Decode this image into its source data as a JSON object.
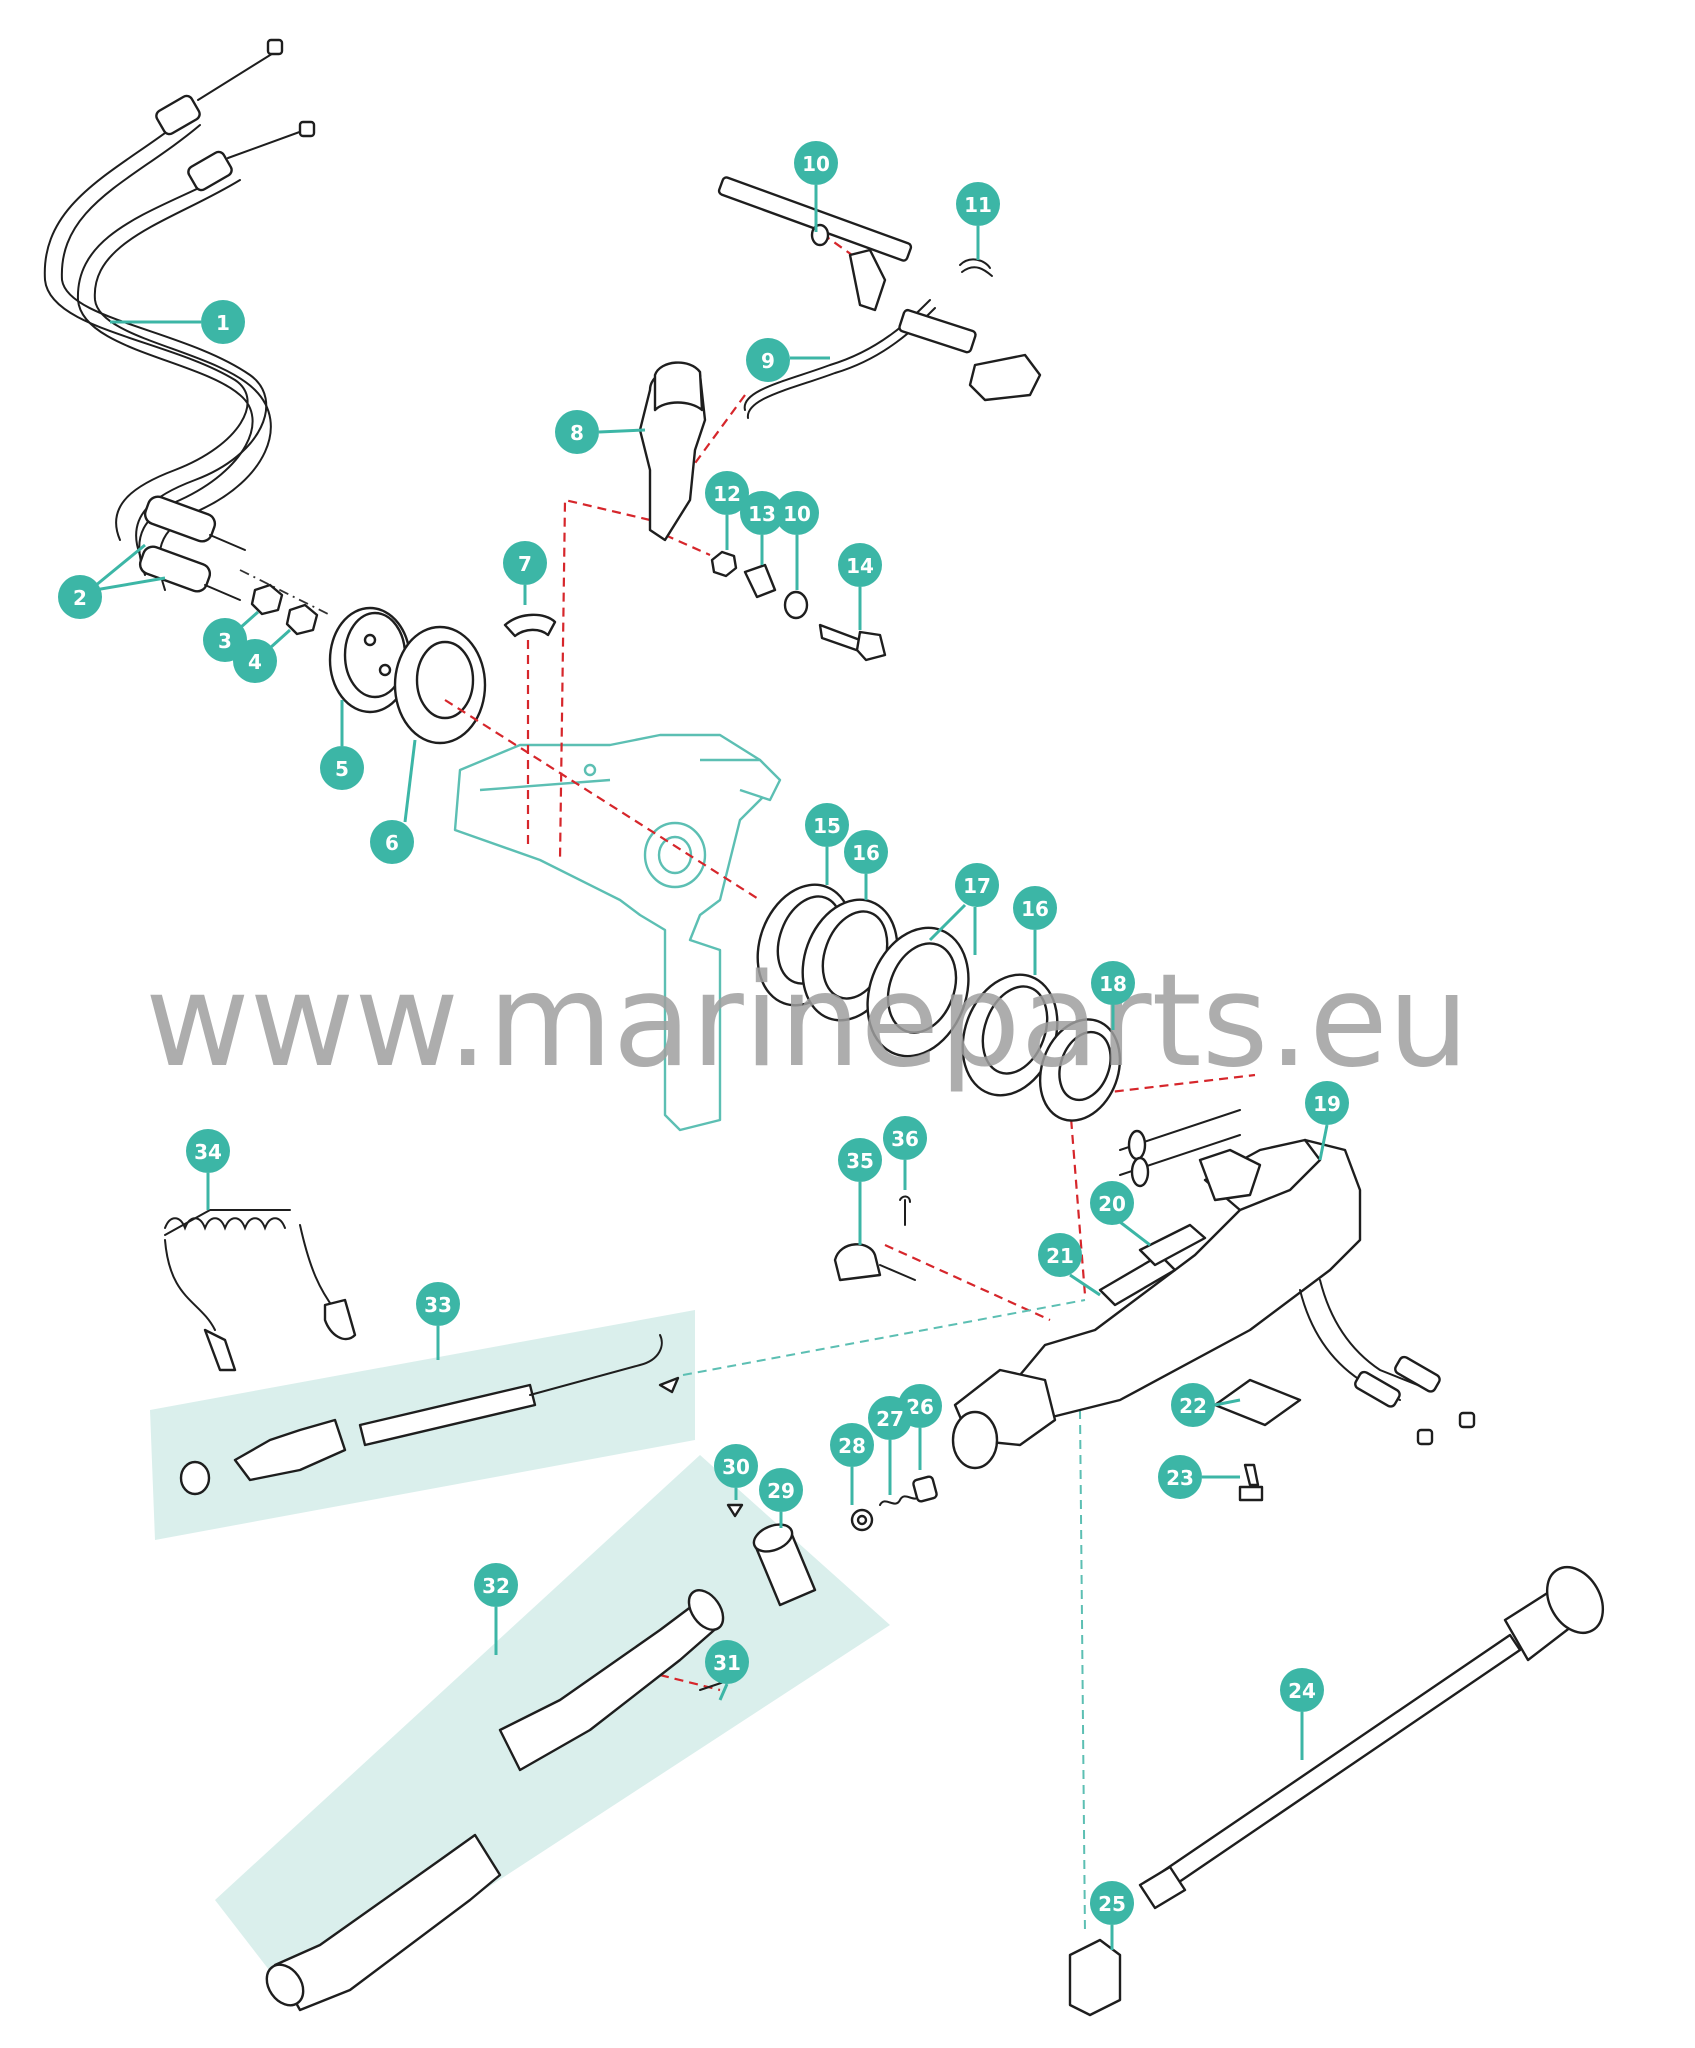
{
  "watermark": "www.marineparts.eu",
  "colors": {
    "callout": "#3cb6a6",
    "highlight_panel": "#daefec",
    "assembly_dashes": "#d6262b",
    "watermark": "#9f9f9f"
  },
  "callouts": [
    {
      "id": "c1",
      "label": "1"
    },
    {
      "id": "c2",
      "label": "2"
    },
    {
      "id": "c3",
      "label": "3"
    },
    {
      "id": "c4",
      "label": "4"
    },
    {
      "id": "c5",
      "label": "5"
    },
    {
      "id": "c6",
      "label": "6"
    },
    {
      "id": "c7",
      "label": "7"
    },
    {
      "id": "c8",
      "label": "8"
    },
    {
      "id": "c9",
      "label": "9"
    },
    {
      "id": "c10a",
      "label": "10"
    },
    {
      "id": "c10b",
      "label": "10"
    },
    {
      "id": "c11",
      "label": "11"
    },
    {
      "id": "c12",
      "label": "12"
    },
    {
      "id": "c13",
      "label": "13"
    },
    {
      "id": "c14",
      "label": "14"
    },
    {
      "id": "c15",
      "label": "15"
    },
    {
      "id": "c16a",
      "label": "16"
    },
    {
      "id": "c16b",
      "label": "16"
    },
    {
      "id": "c17",
      "label": "17"
    },
    {
      "id": "c18",
      "label": "18"
    },
    {
      "id": "c19",
      "label": "19"
    },
    {
      "id": "c20",
      "label": "20"
    },
    {
      "id": "c21",
      "label": "21"
    },
    {
      "id": "c22",
      "label": "22"
    },
    {
      "id": "c23",
      "label": "23"
    },
    {
      "id": "c24",
      "label": "24"
    },
    {
      "id": "c25",
      "label": "25"
    },
    {
      "id": "c26",
      "label": "26"
    },
    {
      "id": "c27",
      "label": "27"
    },
    {
      "id": "c28",
      "label": "28"
    },
    {
      "id": "c29",
      "label": "29"
    },
    {
      "id": "c30",
      "label": "30"
    },
    {
      "id": "c31",
      "label": "31"
    },
    {
      "id": "c32",
      "label": "32"
    },
    {
      "id": "c33",
      "label": "33"
    },
    {
      "id": "c34",
      "label": "34"
    },
    {
      "id": "c35",
      "label": "35"
    },
    {
      "id": "c36",
      "label": "36"
    }
  ]
}
